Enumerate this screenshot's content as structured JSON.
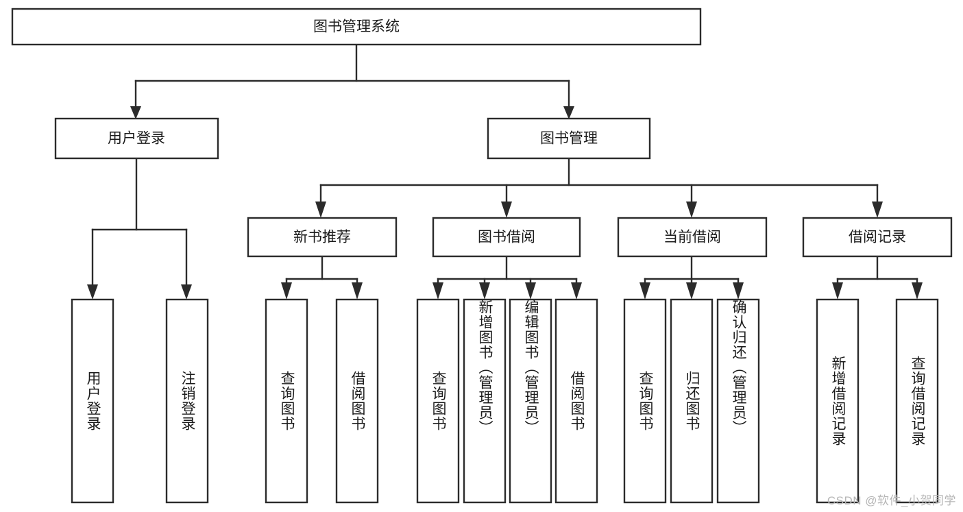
{
  "diagram": {
    "title": "图书管理系统",
    "type": "tree",
    "watermark": "CSDN @软件_小贺同学",
    "colors": {
      "stroke": "#2b2b2b",
      "fill": "#ffffff",
      "text": "#1b1b1b",
      "watermark": "#b6b6b6"
    },
    "root": {
      "label": "图书管理系统"
    },
    "level1": [
      {
        "label": "用户登录"
      },
      {
        "label": "图书管理"
      }
    ],
    "level2": [
      {
        "label": "新书推荐"
      },
      {
        "label": "图书借阅"
      },
      {
        "label": "当前借阅"
      },
      {
        "label": "借阅记录"
      }
    ],
    "leaves": {
      "user_login": [
        {
          "label": "用户登录"
        },
        {
          "label": "注销登录"
        }
      ],
      "new_book_recommend": [
        {
          "label": "查询图书"
        },
        {
          "label": "借阅图书"
        }
      ],
      "book_borrow": [
        {
          "label": "查询图书"
        },
        {
          "label": "新增图书（管理员）"
        },
        {
          "label": "编辑图书（管理员）"
        },
        {
          "label": "借阅图书"
        }
      ],
      "current_borrow": [
        {
          "label": "查询图书"
        },
        {
          "label": "归还图书"
        },
        {
          "label": "确认归还（管理员）"
        }
      ],
      "borrow_records": [
        {
          "label": "新增借阅记录"
        },
        {
          "label": "查询借阅记录"
        }
      ]
    }
  }
}
